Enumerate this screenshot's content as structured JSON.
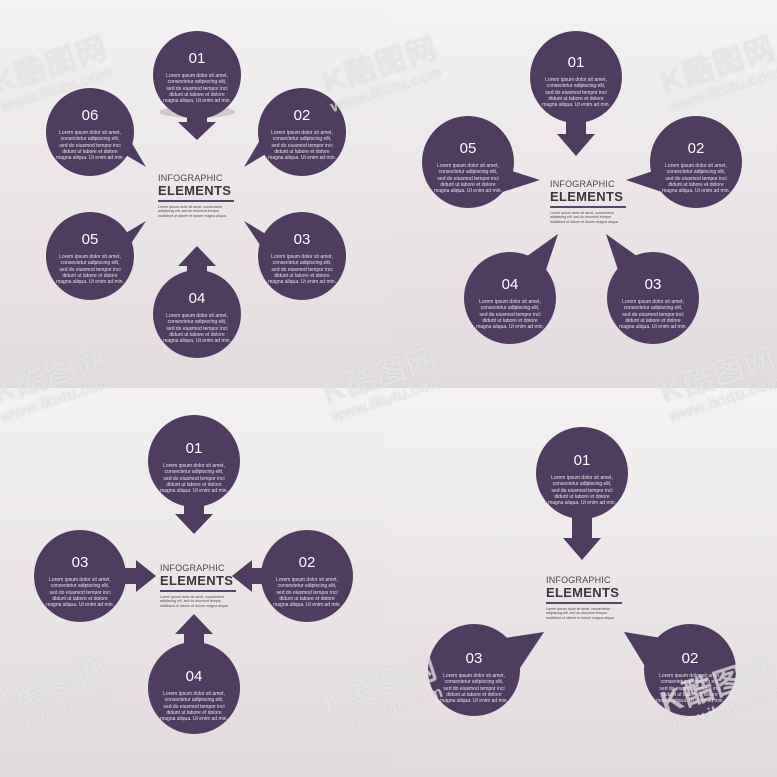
{
  "brand": {
    "circle": "#4f3d5f",
    "accent": "#5a4766",
    "bg": "#ded8db"
  },
  "center": {
    "line1": "INFOGRAPHIC",
    "line2": "ELEMENTS",
    "small": "Lorem ipsum dolor sit amet, consectetur adipiscing elit, sed do eiusmod tempor incididunt ut labore et dolore magna aliqua."
  },
  "body_text": "Lorem ipsum dolor sit amet, consectetur adipiscing elit, sed do eiusmod tempor inci didunt ut labore et dolore magna aliqua. Ut enim ad min.",
  "watermark": {
    "logo": "K酷图网",
    "url": "www.ikutu.com"
  },
  "panels": [
    {
      "name": "six-step",
      "labels": [
        "01",
        "02",
        "03",
        "04",
        "05",
        "06"
      ]
    },
    {
      "name": "five-step",
      "labels": [
        "01",
        "02",
        "03",
        "04",
        "05"
      ]
    },
    {
      "name": "four-step",
      "labels": [
        "01",
        "02",
        "03",
        "04"
      ]
    },
    {
      "name": "three-step",
      "labels": [
        "01",
        "02",
        "03"
      ]
    }
  ]
}
